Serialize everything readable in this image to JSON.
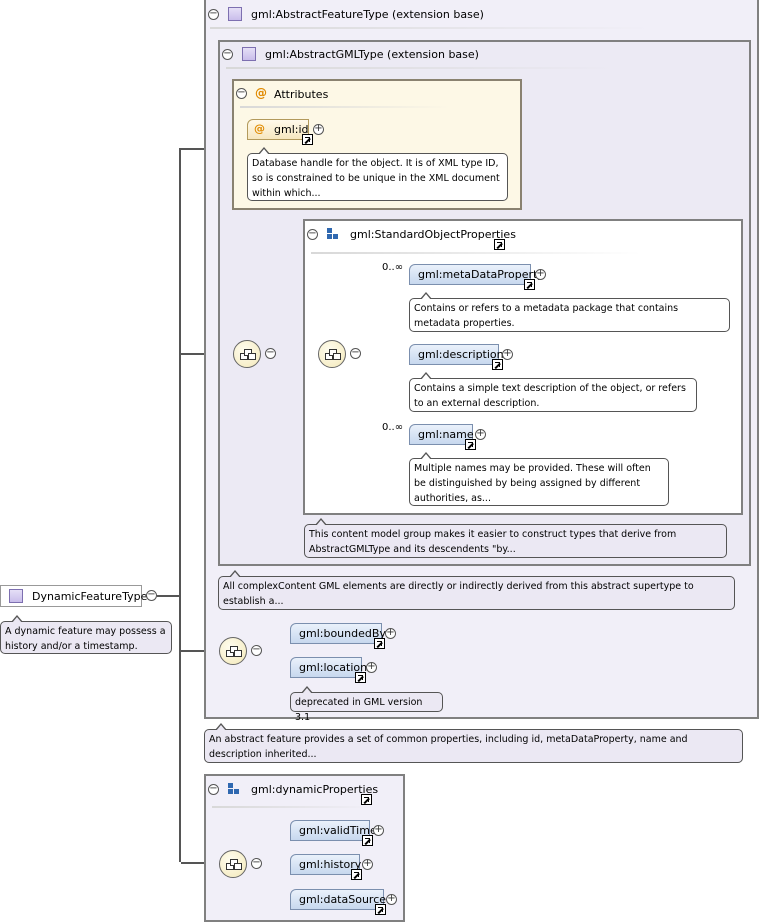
{
  "root": {
    "label": "DynamicFeatureType",
    "doc": "A dynamic feature may possess a history and/or a timestamp."
  },
  "abstract_feature": {
    "title": "gml:AbstractFeatureType (extension base)",
    "doc": "An abstract feature provides a set of common properties, including id, metaDataProperty, name and description inherited..."
  },
  "abstract_gml": {
    "title": "gml:AbstractGMLType (extension base)",
    "doc": "All complexContent GML elements are directly or indirectly derived from this abstract supertype to establish a..."
  },
  "attributes": {
    "title": "Attributes",
    "id_label": "gml:id",
    "id_doc": "Database handle for the object. It is of XML type ID, so is constrained to be unique in the XML document within which..."
  },
  "standard_props": {
    "title": "gml:StandardObjectProperties",
    "doc": "This content model group makes it easier to construct types that derive from AbstractGMLType and its descendents \"by...",
    "items": [
      {
        "label": "gml:metaDataProperty",
        "occurs": "0..∞",
        "doc": "Contains or refers to a metadata package that contains metadata properties."
      },
      {
        "label": "gml:description",
        "occurs": "",
        "doc": "Contains a simple text description of the object, or refers to an external description."
      },
      {
        "label": "gml:name",
        "occurs": "0..∞",
        "doc": "Multiple names may be provided. These will often be distinguished by being assigned by different authorities, as..."
      }
    ]
  },
  "feature_props": {
    "bounded_by": "gml:boundedBy",
    "location": "gml:location",
    "location_doc": "deprecated in GML version 3.1"
  },
  "dynamic_props": {
    "title": "gml:dynamicProperties",
    "items": [
      "gml:validTime",
      "gml:history",
      "gml:dataSource"
    ]
  },
  "colors": {
    "complex_type": "#c9bdeb",
    "element_fill": "#c7d8ee",
    "attribute_fill": "#fdf8e6",
    "group_icon": "#2f68b0"
  }
}
